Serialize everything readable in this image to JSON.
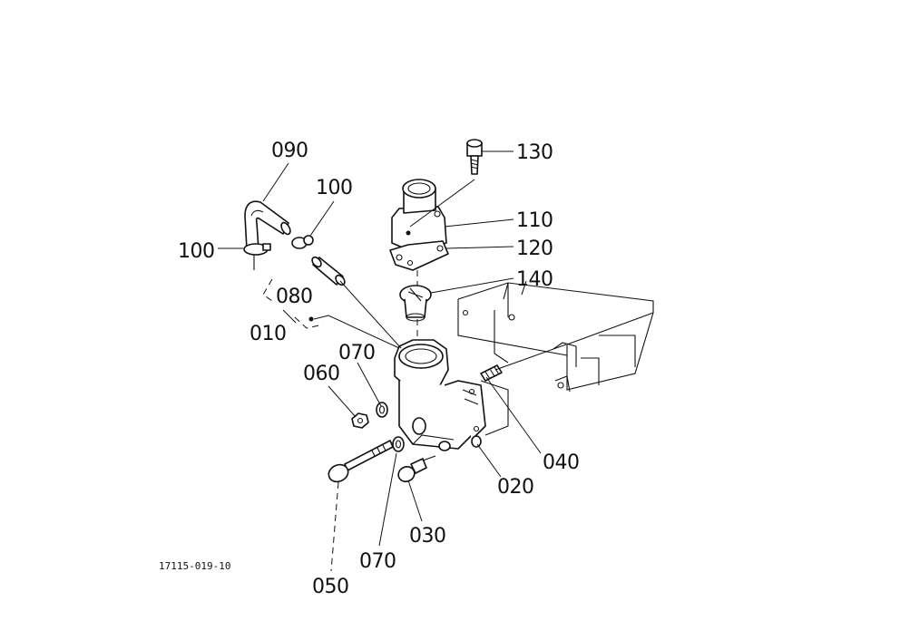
{
  "diagram": {
    "callouts": [
      {
        "id": "c090",
        "label": "090"
      },
      {
        "id": "c100a",
        "label": "100"
      },
      {
        "id": "c100b",
        "label": "100"
      },
      {
        "id": "c080",
        "label": "080"
      },
      {
        "id": "c010",
        "label": "010"
      },
      {
        "id": "c130",
        "label": "130"
      },
      {
        "id": "c110",
        "label": "110"
      },
      {
        "id": "c120",
        "label": "120"
      },
      {
        "id": "c140",
        "label": "140"
      },
      {
        "id": "c070a",
        "label": "070"
      },
      {
        "id": "c060",
        "label": "060"
      },
      {
        "id": "c040",
        "label": "040"
      },
      {
        "id": "c020",
        "label": "020"
      },
      {
        "id": "c030",
        "label": "030"
      },
      {
        "id": "c070b",
        "label": "070"
      },
      {
        "id": "c050",
        "label": "050"
      }
    ],
    "drawing_id": "17115-019-10"
  }
}
